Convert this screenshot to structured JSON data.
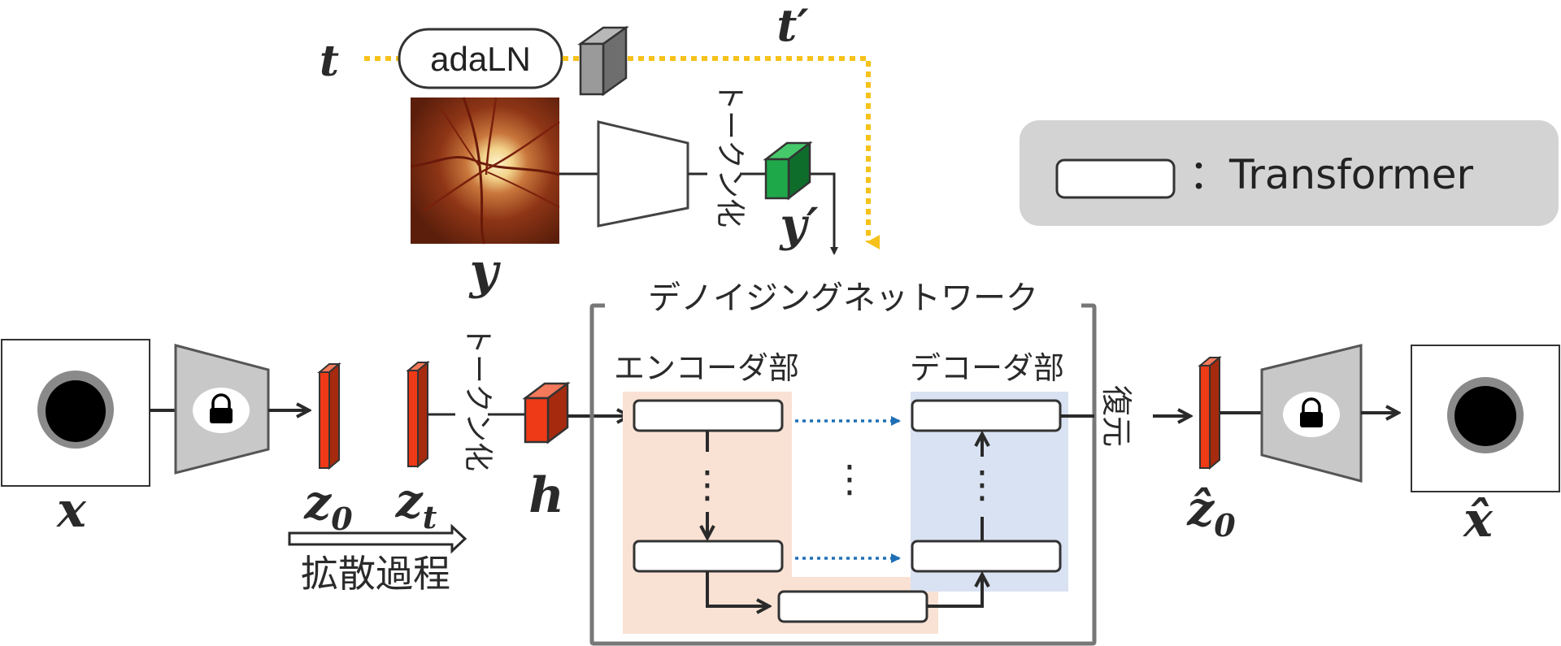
{
  "labels": {
    "t": "t",
    "adaln": "adaLN",
    "t_prime": "t′",
    "y": "y",
    "y_prime": "y′",
    "tokenize_top": "トークン化",
    "tokenize_mid": "トークン化",
    "denoising_network": "デノイジングネットワーク",
    "encoder": "エンコーダ部",
    "decoder": "デコーダ部",
    "restore": "復元",
    "diffusion_process": "拡散過程",
    "x": "x",
    "z0": "z",
    "z0_sub": "0",
    "zt": "z",
    "zt_sub": "t",
    "h": "h",
    "z0hat": "ẑ",
    "z0hat_sub": "0",
    "xhat": "x̂",
    "vdots_encoder": "⋮",
    "vdots_middle": "⋮",
    "vdots_decoder": "⋮"
  },
  "legend": {
    "label": "：Transformer"
  },
  "colors": {
    "token_red": "#ee3a16",
    "token_green": "#1fa84a",
    "token_gray": "#9a9a9a",
    "adaln_dotted": "#f6c21a",
    "skip_dotted": "#1f6fb5",
    "encoder_bg": "#f9e2d4",
    "decoder_bg": "#d9e2f2",
    "legend_bg": "#d3d3d3",
    "vae_gray": "#c8c8c8"
  }
}
